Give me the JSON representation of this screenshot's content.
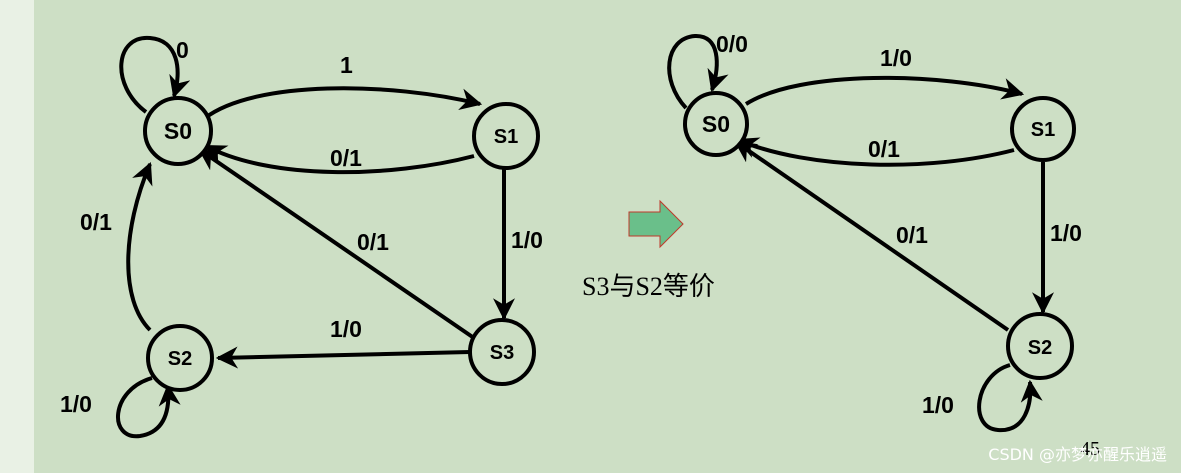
{
  "left_diagram": {
    "states": {
      "s0": "S0",
      "s1": "S1",
      "s2": "S2",
      "s3": "S3"
    },
    "edges": {
      "s0_self": "0",
      "s0_to_s1": "1",
      "s1_to_s0": "0/1",
      "s1_to_s3": "1/0",
      "s3_to_s0": "0/1",
      "s3_to_s2": "1/0",
      "s2_to_s0": "0/1",
      "s2_self": "1/0"
    }
  },
  "arrow": {
    "color": "#6abf8a",
    "border": "#c0392b"
  },
  "note": "S3与S2等价",
  "right_diagram": {
    "states": {
      "s0": "S0",
      "s1": "S1",
      "s2": "S2"
    },
    "edges": {
      "s0_self": "0/0",
      "s0_to_s1": "1/0",
      "s1_to_s0": "0/1",
      "s1_to_s2": "1/0",
      "s2_to_s0": "0/1",
      "s2_self": "1/0"
    }
  },
  "page_number": "45",
  "watermark": "CSDN @亦梦亦醒乐逍遥"
}
